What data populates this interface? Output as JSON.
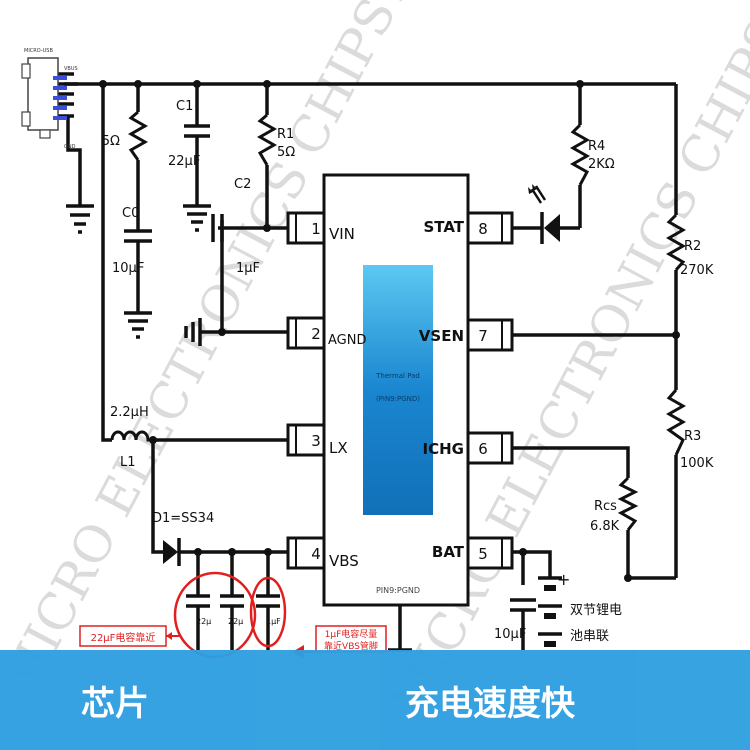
{
  "banner": {
    "left": "芯片",
    "right": "充电速度快"
  },
  "watermark": "MICRO ELECTRONICS CHIPSTAR",
  "colors": {
    "wire": "#111111",
    "pad": "#2a8fd4",
    "highlight": "#e02020",
    "banner": "#2f9fe0"
  },
  "diagram": {
    "connector": {
      "label": "MICRO-USB",
      "vbus": "VBUS",
      "gnd": "GND"
    },
    "pins_left": [
      {
        "num": "1",
        "name": "VIN"
      },
      {
        "num": "2",
        "name": "AGND"
      },
      {
        "num": "3",
        "name": "LX"
      },
      {
        "num": "4",
        "name": "VBS"
      }
    ],
    "pins_right": [
      {
        "num": "8",
        "name": "STAT"
      },
      {
        "num": "7",
        "name": "VSEN"
      },
      {
        "num": "6",
        "name": "ICHG"
      },
      {
        "num": "5",
        "name": "BAT"
      }
    ],
    "thermal_pad": {
      "line1": "Thermal Pad",
      "line2": "(PIN9:PGND)"
    },
    "ic_bottom": "PIN9:PGND",
    "components": {
      "r5": "5Ω",
      "c1": "C1",
      "c1_val": "22μF",
      "r1": "R1",
      "r1_val": "5Ω",
      "c0": "C0",
      "c0_val": "10μF",
      "c2": "C2",
      "c2_val": "1μF",
      "r4": "R4",
      "r4_val": "2KΩ",
      "r2": "R2",
      "r2_val": "270K",
      "r3": "R3",
      "r3_val": "100K",
      "rcs": "Rcs",
      "rcs_val": "6.8K",
      "l1_val": "2.2μH",
      "l1": "L1",
      "d1": "D1=SS34",
      "cbat_val": "10μF",
      "c22a": "22μ",
      "c22b": "22μ",
      "c1u": "1μF",
      "battery_plus": "+",
      "battery_line1": "双节锂电",
      "battery_line2": "池串联"
    },
    "notes": {
      "note1": "22μF电容靠近",
      "note2_line1": "1μF电容尽量",
      "note2_line2": "靠近VBS管脚"
    }
  }
}
